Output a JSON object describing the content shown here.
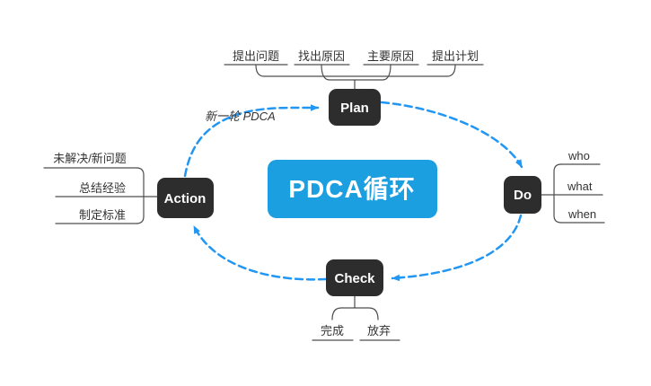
{
  "colors": {
    "node_fill": "#2d2d2d",
    "node_text": "#ffffff",
    "center_fill": "#1b9fe0",
    "arrow_blue": "#2196f3",
    "line": "#4d4d4d",
    "label_text": "#333333"
  },
  "center_topic": {
    "label": "PDCA循环"
  },
  "cycle": {
    "plan": {
      "label": "Plan",
      "children": [
        "提出问题",
        "找出原因",
        "主要原因",
        "提出计划"
      ]
    },
    "do": {
      "label": "Do",
      "children": [
        "who",
        "what",
        "when"
      ]
    },
    "check": {
      "label": "Check",
      "children": [
        "完成",
        "放弃"
      ]
    },
    "action": {
      "label": "Action",
      "children": [
        "未解决/新问题",
        "总结经验",
        "制定标准"
      ]
    }
  },
  "relationship_label": "新一轮 PDCA"
}
